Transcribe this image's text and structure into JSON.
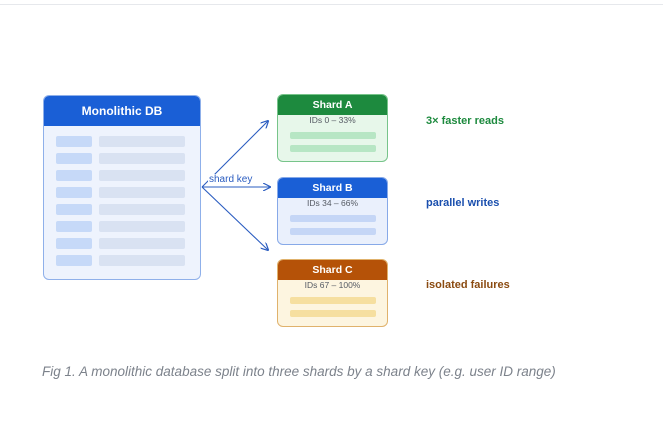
{
  "monolith": {
    "title": "Monolithic DB",
    "row_count": 8
  },
  "connector": {
    "label": "shard key"
  },
  "shards": [
    {
      "title": "Shard A",
      "range": "IDs 0 – 33%",
      "note": "3× faster reads",
      "color": "#1d8a3e"
    },
    {
      "title": "Shard B",
      "range": "IDs 34 – 66%",
      "note": "parallel writes",
      "color": "#1a5fd6"
    },
    {
      "title": "Shard C",
      "range": "IDs 67 – 100%",
      "note": "isolated failures",
      "color": "#b55208"
    }
  ],
  "colors": {
    "monolith_header": "#1a5fd6",
    "arrow": "#2a5cc0",
    "caption": "#7c828b"
  },
  "caption": "Fig 1. A monolithic database split into three shards by a shard key (e.g. user ID range)"
}
